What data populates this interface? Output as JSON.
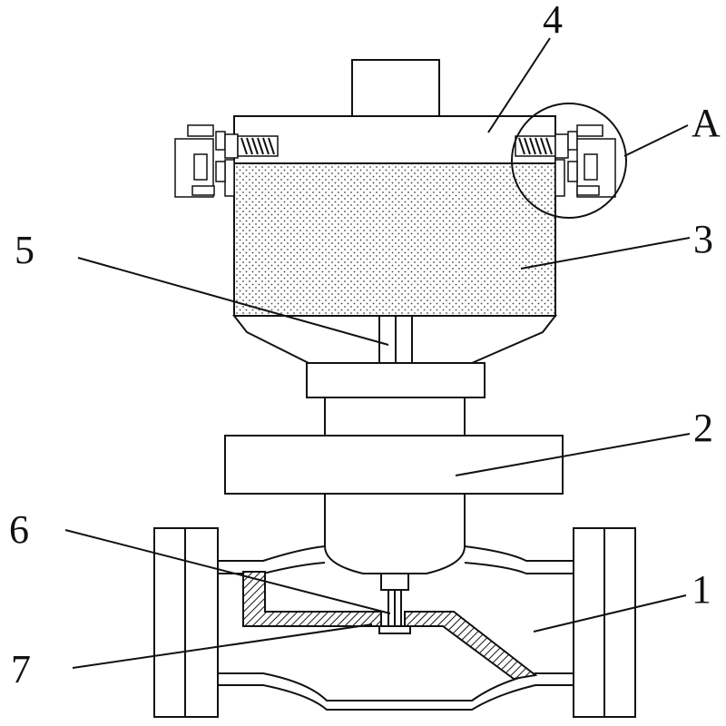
{
  "labels": {
    "part_1": "1",
    "part_2": "2",
    "part_3": "3",
    "part_4": "4",
    "part_5": "5",
    "part_6": "6",
    "part_7": "7",
    "detail_a": "A"
  }
}
